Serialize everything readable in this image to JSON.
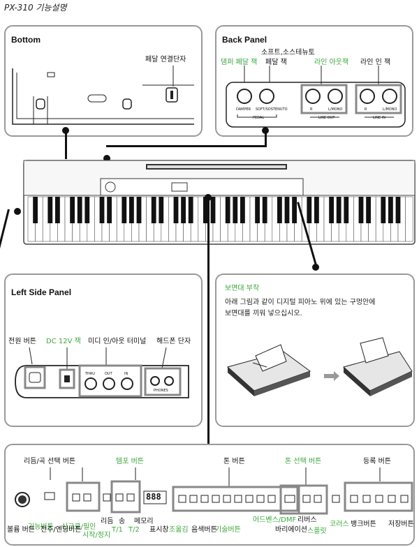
{
  "doc_title": "PX-310 기능설명",
  "bottom": {
    "title": "Bottom",
    "pedal_label": "페달 연결단자"
  },
  "back": {
    "title": "Back Panel",
    "damper_label": "댐퍼 페달 잭",
    "soft_label_1": "소프트,소스테뉴토",
    "soft_label_2": "페달 잭",
    "line_out_label": "라인 아웃잭",
    "line_in_label": "라인 인 잭",
    "jack_damper": "DAMPER",
    "jack_soft": "SOFT/SOSTENUTO",
    "pedal_group": "PEDAL",
    "jack_r": "R",
    "jack_lmono": "L/MONO",
    "line_out_group": "LINE OUT",
    "line_in_group": "LINE IN"
  },
  "left": {
    "title": "Left Side Panel",
    "power_label": "전원 버튼",
    "dc_label": "DC 12V 잭",
    "midi_label": "미디 인/아웃 터미널",
    "phones_label": "해드폰 단자",
    "midi_thru": "THRU",
    "midi_out": "OUT",
    "midi_in": "IN",
    "phones_text": "PHONES"
  },
  "stand": {
    "title": "보면대 부착",
    "text_1": "아래 그림과 같이 디지털 피아노 위에 있는 구멍안에",
    "text_2": "보면대를 끼워 넣으십시오."
  },
  "controls": {
    "rhythm_song": "리듬/곡 선택 버튼",
    "tempo": "템포 버튼",
    "tone": "톤 버튼",
    "tone_select": "톤 선택 버튼",
    "register": "등록 버튼",
    "function": "기능버튼",
    "sync_fill": "싱크로/필인",
    "start_stop": "시작/정지",
    "volume": "볼륨 버튼",
    "intro_ending": "전주/엔딩버튼",
    "rhythm": "리듬",
    "song": "송",
    "t1": "T/1",
    "t2": "T/2",
    "memory": "메모리",
    "display": "표시창",
    "transpose": "조옮김",
    "tone_button": "음색버튼",
    "tech_button": "기술버튼",
    "modes": "머드벤스/DMF",
    "variation": "바리에이션",
    "reverb": "리버스",
    "split": "스플릿",
    "chorus": "코러스",
    "bank": "뱅크버튼",
    "store": "저장버튼",
    "lcd_value": "888"
  },
  "colors": {
    "green_label": "#3aa83a",
    "panel_border": "#999999",
    "accent_box": "#888888"
  }
}
